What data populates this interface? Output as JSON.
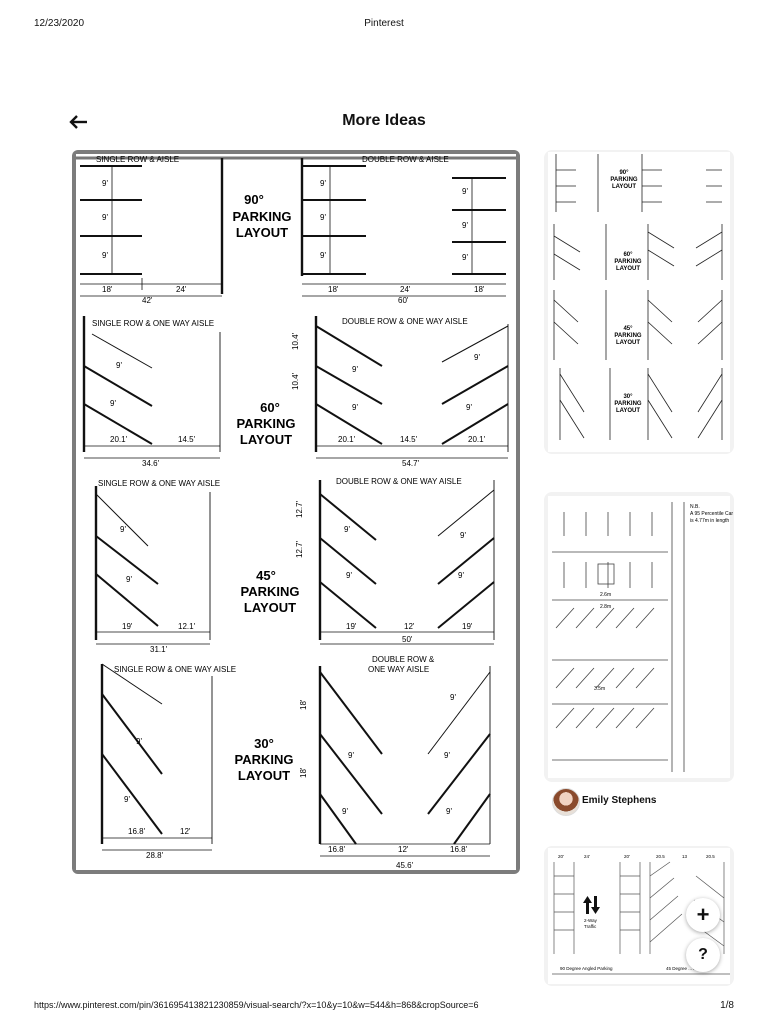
{
  "print_header": {
    "date": "12/23/2020",
    "title": "Pinterest"
  },
  "print_footer": {
    "url": "https://www.pinterest.com/pin/361695413821230859/visual-search/?x=10&y=10&w=544&h=868&cropSource=6",
    "page": "1/8"
  },
  "section": {
    "title": "More Ideas"
  },
  "icons": {
    "back": "left-arrow-icon",
    "add": "plus-icon",
    "help": "question-mark-icon"
  },
  "main_pin": {
    "row90": {
      "single_heading": "SINGLE ROW & AISLE",
      "double_heading": "DOUBLE ROW & AISLE",
      "angle": "90°",
      "line2": "PARKING",
      "line3": "LAYOUT",
      "stall": "9'",
      "single_dims": [
        "18'",
        "24'"
      ],
      "single_total": "42'",
      "double_dims": [
        "18'",
        "24'",
        "18'"
      ],
      "double_total": "60'"
    },
    "row60": {
      "single_heading": "SINGLE ROW & ONE WAY AISLE",
      "double_heading": "DOUBLE ROW & ONE WAY AISLE",
      "angle": "60°",
      "line2": "PARKING",
      "line3": "LAYOUT",
      "stall": "9'",
      "side_dim": "10.4'",
      "single_dims": [
        "20.1'",
        "14.5'"
      ],
      "single_total": "34.6'",
      "double_dims": [
        "20.1'",
        "14.5'",
        "20.1'"
      ],
      "double_total": "54.7'"
    },
    "row45": {
      "single_heading": "SINGLE ROW & ONE WAY AISLE",
      "double_heading": "DOUBLE ROW & ONE WAY AISLE",
      "angle": "45°",
      "line2": "PARKING",
      "line3": "LAYOUT",
      "stall": "9'",
      "side_dim": "12.7'",
      "single_dims": [
        "19'",
        "12.1'"
      ],
      "single_total": "31.1'",
      "double_dims": [
        "19'",
        "12'",
        "19'"
      ],
      "double_total": "50'"
    },
    "row30": {
      "single_heading": "SINGLE ROW & ONE WAY AISLE",
      "double_heading_1": "DOUBLE ROW &",
      "double_heading_2": "ONE WAY AISLE",
      "angle": "30°",
      "line2": "PARKING",
      "line3": "LAYOUT",
      "stall": "9'",
      "side_dim": "18'",
      "single_dims": [
        "16.8'",
        "12'"
      ],
      "single_total": "28.8'",
      "double_dims": [
        "16.8'",
        "12'",
        "16.8'"
      ],
      "double_total": "45.6'"
    }
  },
  "thumb1": {
    "labels": [
      "90°",
      "60°",
      "45°",
      "30°"
    ],
    "word2": "PARKING",
    "word3": "LAYOUT"
  },
  "thumb2": {
    "note_1": "N.B.",
    "note_2": "A 95 Percentile Car",
    "note_3": "is 4.77m in length",
    "dims": [
      "2.6m",
      "2.8m",
      "3.5m"
    ]
  },
  "author": {
    "name": "Emily Stephens"
  },
  "thumb3": {
    "top_left": [
      "20'",
      "24'",
      "20'"
    ],
    "top_right": [
      "20.5",
      "13",
      "20.5"
    ],
    "caption_left": "90 Degree Angled Parking",
    "caption_right": "45 Degree ... Parking",
    "center_text_1": "2-Way",
    "center_text_2": "Traffic"
  }
}
